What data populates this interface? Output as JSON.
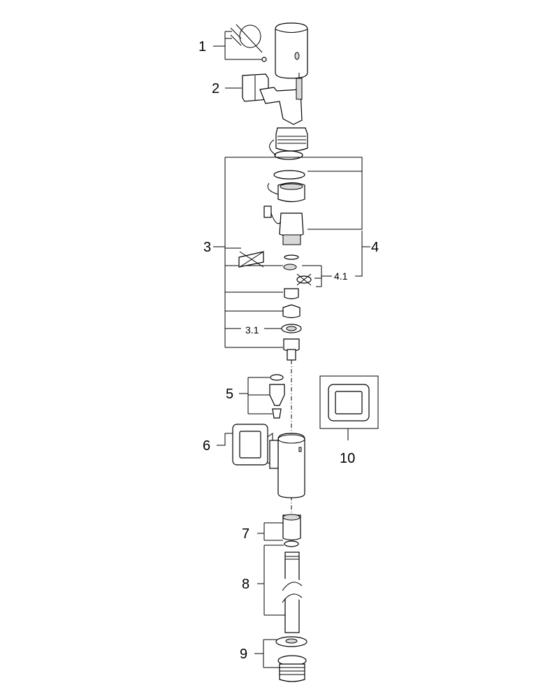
{
  "diagram": {
    "type": "exploded-parts-view",
    "labels": {
      "p1": "1",
      "p2": "2",
      "p3": "3",
      "p3_1": "3.1",
      "p4": "4",
      "p4_1": "4.1",
      "p5": "5",
      "p6": "6",
      "p7": "7",
      "p8": "8",
      "p9": "9",
      "p10": "10"
    }
  }
}
